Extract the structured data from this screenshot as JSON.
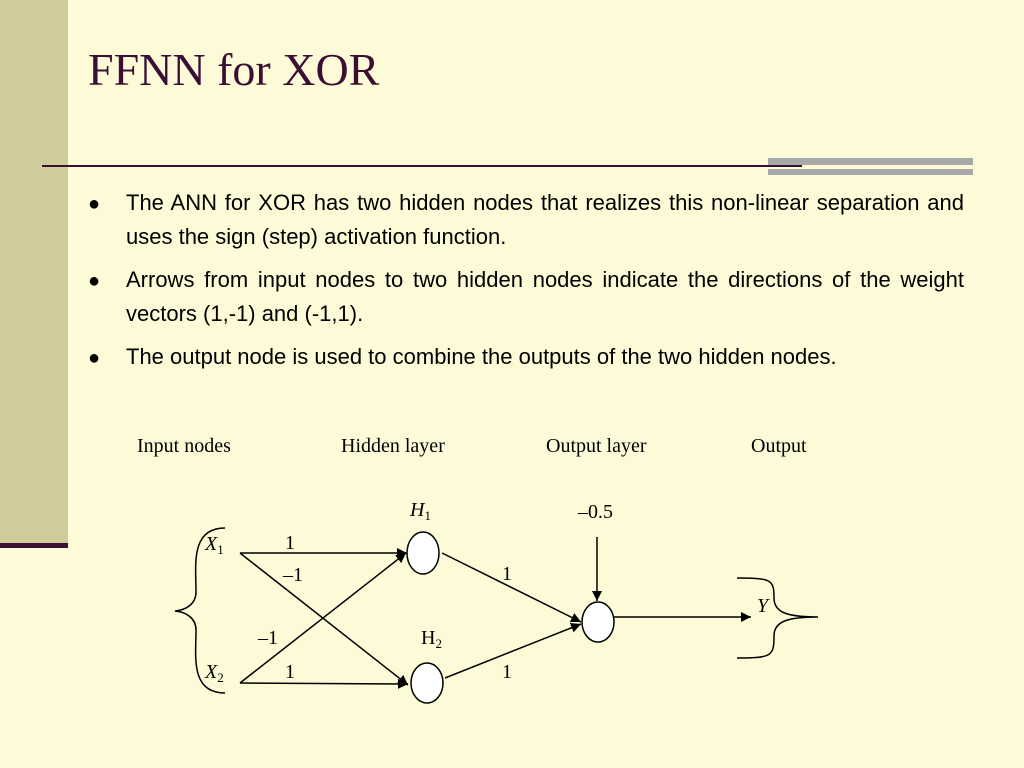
{
  "slide": {
    "title": "FFNN for XOR",
    "bullets": [
      "The ANN for XOR has two hidden nodes that realizes this non-linear separation and uses the sign (step) activation function.",
      "Arrows from input nodes to two hidden nodes indicate the directions of the weight vectors  (1,-1) and  (-1,1).",
      "The output node is used to combine the outputs of the two hidden nodes."
    ],
    "bullet_glyph": "●"
  },
  "diagram": {
    "headers": {
      "input": "Input nodes",
      "hidden": "Hidden layer",
      "output_layer": "Output layer",
      "output": "Output"
    },
    "nodes": {
      "x1": {
        "main": "X",
        "sub": "1"
      },
      "x2": {
        "main": "X",
        "sub": "2"
      },
      "h1": {
        "main": "H",
        "sub": "1"
      },
      "h2": {
        "main": "H",
        "sub": "2"
      },
      "y": "Y"
    },
    "weights": {
      "x1_h1": "1",
      "x1_h2": "–1",
      "x2_h1": "–1",
      "x2_h2": "1",
      "h1_out": "1",
      "h2_out": "1",
      "bias": "–0.5"
    }
  },
  "colors": {
    "background": "#FDFBD7",
    "side_band": "#CFCB9B",
    "title": "#3A0F33",
    "rule_accent": "#A8A8A8"
  }
}
